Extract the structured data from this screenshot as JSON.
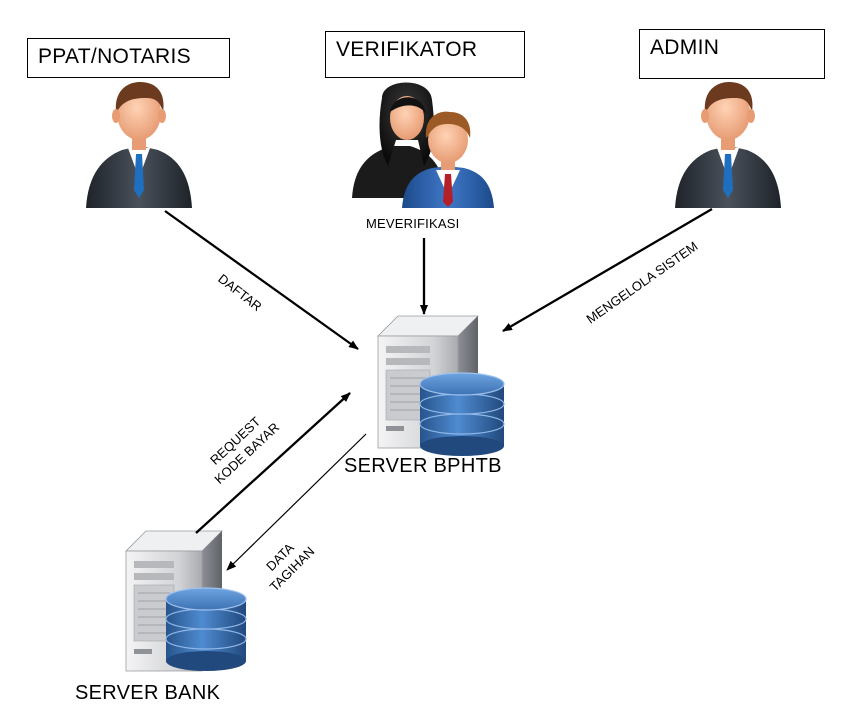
{
  "actors": {
    "ppat": {
      "label": "PPAT/NOTARIS"
    },
    "verifikator": {
      "label": "VERIFIKATOR",
      "action": "MEVERIFIKASI"
    },
    "admin": {
      "label": "ADMIN"
    }
  },
  "servers": {
    "bphtb": {
      "label": "SERVER BPHTB"
    },
    "bank": {
      "label": "SERVER BANK"
    }
  },
  "flows": {
    "daftar": "DAFTAR",
    "mengelola": "MENGELOLA SISTEM",
    "request_line1": "REQUEST",
    "request_line2": "KODE BAYAR",
    "data_line1": "DATA",
    "data_line2": "TAGIHAN"
  },
  "colors": {
    "suit": "#2a2f36",
    "skin": "#f2b38e",
    "hair": "#6b3a1f",
    "tie": "#1f6fc0",
    "db_blue": "#3f78b8",
    "server_grey": "#d9dadc"
  }
}
